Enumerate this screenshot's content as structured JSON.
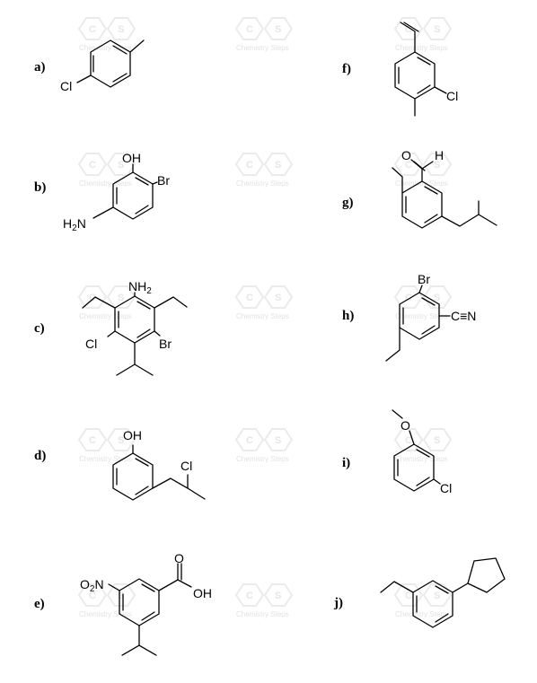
{
  "watermark": {
    "brand": "Chemistry Steps",
    "logo_letters": [
      "C",
      "S"
    ]
  },
  "problems": [
    {
      "label": "a)",
      "atoms": {
        "sub1": "Cl"
      }
    },
    {
      "label": "b)",
      "atoms": {
        "oh": "OH",
        "br": "Br",
        "amine": "H2N"
      }
    },
    {
      "label": "c)",
      "atoms": {
        "nh2": "NH2",
        "cl": "Cl",
        "br": "Br"
      }
    },
    {
      "label": "d)",
      "atoms": {
        "oh": "OH",
        "cl": "Cl"
      }
    },
    {
      "label": "e)",
      "atoms": {
        "nitro": "O2N",
        "o": "O",
        "oh": "OH"
      }
    },
    {
      "label": "f)",
      "atoms": {
        "cl": "Cl"
      }
    },
    {
      "label": "g)",
      "atoms": {
        "o": "O",
        "h": "H"
      }
    },
    {
      "label": "h)",
      "atoms": {
        "br": "Br",
        "nitrile": "C≡N"
      }
    },
    {
      "label": "i)",
      "atoms": {
        "o": "O",
        "cl": "Cl"
      }
    },
    {
      "label": "j)",
      "atoms": {}
    }
  ]
}
